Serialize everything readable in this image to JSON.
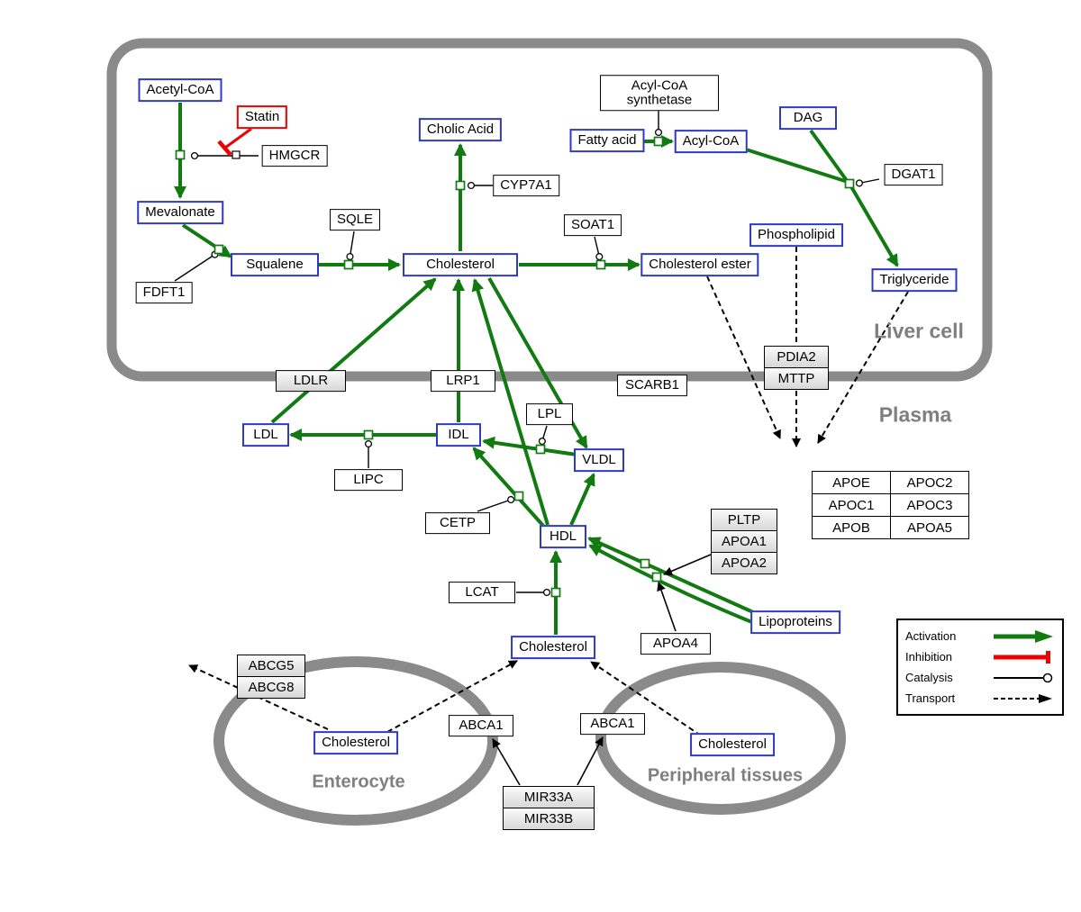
{
  "compartments": {
    "liver": "Liver cell",
    "plasma": "Plasma",
    "enterocyte": "Enterocyte",
    "peripheral": "Peripheral tissues"
  },
  "nodes": {
    "acetyl_coa": "Acetyl-CoA",
    "statin": "Statin",
    "hmgcr": "HMGCR",
    "mevalonate": "Mevalonate",
    "fdft1": "FDFT1",
    "squalene": "Squalene",
    "sqle": "SQLE",
    "cholesterol_liver": "Cholesterol",
    "cholic_acid": "Cholic Acid",
    "cyp7a1": "CYP7A1",
    "soat1": "SOAT1",
    "cholesterol_ester": "Cholesterol ester",
    "acyl_coa_synthetase_line1": "Acyl-CoA",
    "acyl_coa_synthetase_line2": "synthetase",
    "fatty_acid": "Fatty acid",
    "acyl_coa": "Acyl-CoA",
    "dag": "DAG",
    "dgat1": "DGAT1",
    "phospholipid": "Phospholipid",
    "triglyceride": "Triglyceride",
    "ldlr": "LDLR",
    "lrp1": "LRP1",
    "scarb1": "SCARB1",
    "pdia2": "PDIA2",
    "mttp": "MTTP",
    "ldl": "LDL",
    "idl": "IDL",
    "lipc": "LIPC",
    "lpl": "LPL",
    "vldl": "VLDL",
    "cetp": "CETP",
    "hdl": "HDL",
    "pltp": "PLTP",
    "apoa1": "APOA1",
    "apoa2": "APOA2",
    "lcat": "LCAT",
    "apoa4": "APOA4",
    "lipoproteins": "Lipoproteins",
    "cholesterol_plasma": "Cholesterol",
    "abcg5": "ABCG5",
    "abcg8": "ABCG8",
    "cholesterol_enterocyte": "Cholesterol",
    "cholesterol_peripheral": "Cholesterol",
    "abca1_left": "ABCA1",
    "abca1_right": "ABCA1",
    "mir33a": "MIR33A",
    "mir33b": "MIR33B"
  },
  "apo_table": {
    "rows": [
      [
        "APOE",
        "APOC2"
      ],
      [
        "APOC1",
        "APOC3"
      ],
      [
        "APOB",
        "APOA5"
      ]
    ]
  },
  "legend": {
    "activation": "Activation",
    "inhibition": "Inhibition",
    "catalysis": "Catalysis",
    "transport": "Transport"
  },
  "colors": {
    "activation": "#117b11",
    "inhibition": "#ee0000",
    "transport": "#000000",
    "metabolite_border": "#2f3bbf",
    "compartment_border": "#8a8a8a"
  }
}
